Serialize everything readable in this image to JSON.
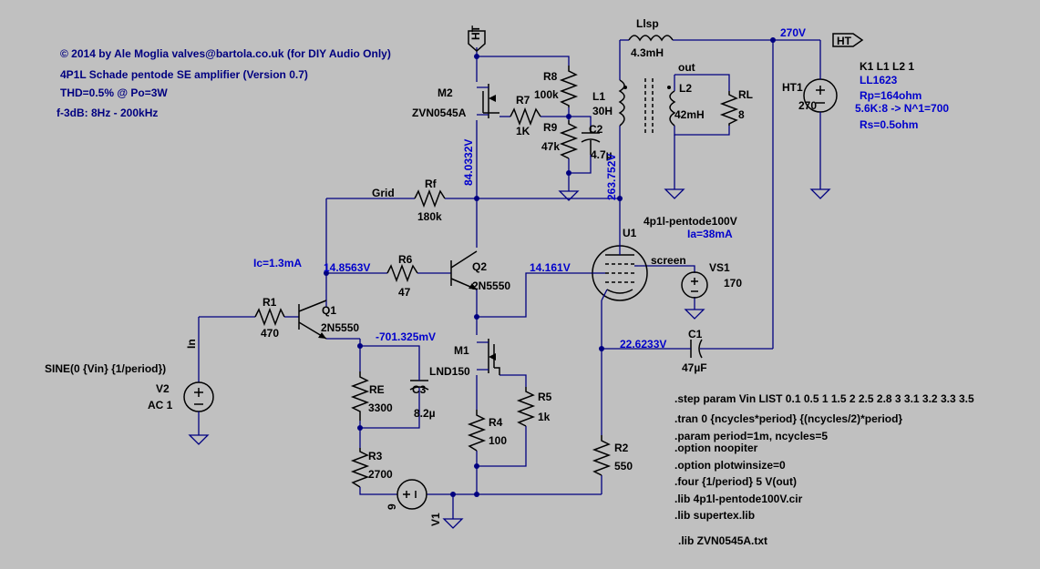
{
  "header": {
    "copyright": "© 2014 by Ale Moglia valves@bartola.co.uk (for DIY Audio Only)",
    "title": "4P1L   Schade pentode SE amplifier (Version 0.7)",
    "thd": "THD=0.5% @ Po=3W",
    "bandwidth": "f-3dB: 8Hz - 200kHz"
  },
  "components": {
    "llsp": {
      "name": "Llsp",
      "value": "4.3mH"
    },
    "l1": {
      "name": "L1",
      "value": "30H"
    },
    "l2": {
      "name": "L2",
      "value": "42mH"
    },
    "rl": {
      "name": "RL",
      "value": "8"
    },
    "out_label": "out",
    "ht1": {
      "name": "HT1",
      "value": "270"
    },
    "m2": {
      "name": "M2",
      "value": "ZVN0545A"
    },
    "r7": {
      "name": "R7",
      "value": "1K"
    },
    "r8": {
      "name": "R8",
      "value": "100k"
    },
    "r9": {
      "name": "R9",
      "value": "47k"
    },
    "c2": {
      "name": "C2",
      "value": "4.7µ"
    },
    "rf": {
      "name": "Rf",
      "value": "180k"
    },
    "grid_label": "Grid",
    "u1": {
      "name": "U1",
      "value": "4p1l-pentode100V"
    },
    "screen_label": "screen",
    "vs1": {
      "name": "VS1",
      "value": "170"
    },
    "q1": {
      "name": "Q1",
      "value": "2N5550"
    },
    "q2": {
      "name": "Q2",
      "value": "2N5550"
    },
    "r1": {
      "name": "R1",
      "value": "470"
    },
    "r6": {
      "name": "R6",
      "value": "47"
    },
    "m1": {
      "name": "M1",
      "value": "LND150"
    },
    "r5": {
      "name": "R5",
      "value": "1k"
    },
    "r4": {
      "name": "R4",
      "value": "100"
    },
    "re": {
      "name": "RE",
      "value": "3300"
    },
    "c3": {
      "name": "C3",
      "value": "8.2µ"
    },
    "r3": {
      "name": "R3",
      "value": "2700"
    },
    "v1": {
      "name": "V1",
      "value": "9"
    },
    "r2": {
      "name": "R2",
      "value": "550"
    },
    "c1": {
      "name": "C1",
      "value": "47µF"
    },
    "v2": {
      "name": "V2",
      "value": "AC 1",
      "source": "SINE(0 {Vin} {1/period})"
    },
    "in_label": "In",
    "ht_flag": "HT",
    "ht_flag2": "HT"
  },
  "coupling": {
    "k": "K1 L1 L2 1",
    "part": "LL1623",
    "rp": "Rp=164ohm",
    "ratio": "5.6K:8   -> N^1=700",
    "rs": "Rs=0.5ohm"
  },
  "voltages": {
    "v270": "270V",
    "v84": "84.0332V",
    "v263": "263.752V",
    "v14_85": "14.8563V",
    "v14_16": "14.161V",
    "vneg701": "-701.325mV",
    "v22": "22.6233V",
    "ic": "Ic=1.3mA",
    "ia": "Ia=38mA"
  },
  "directives": [
    ".step param Vin  LIST 0.1 0.5 1 1.5 2 2.5 2.8 3 3.1 3.2 3.3 3.5",
    ".tran 0 {ncycles*period} {(ncycles/2)*period}",
    ".param period=1m, ncycles=5",
    ".option noopiter",
    ".option plotwinsize=0",
    ".four {1/period} 5 V(out)",
    ".lib 4p1l-pentode100V.cir",
    ".lib supertex.lib",
    ".lib ZVN0545A.txt"
  ]
}
